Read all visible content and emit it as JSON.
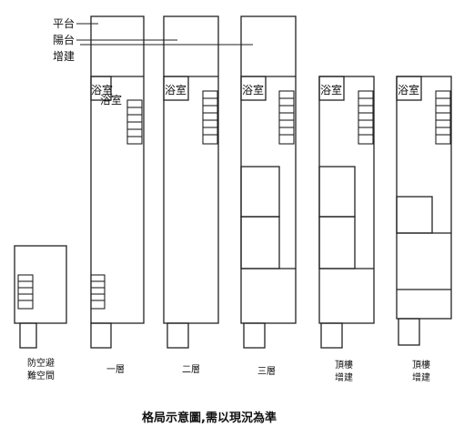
{
  "legend": {
    "platform": "平台",
    "balcony": "陽台",
    "extension": "增建"
  },
  "room_labels": {
    "bath": "浴室"
  },
  "floors": [
    {
      "line1": "防空避",
      "line2": "難空間"
    },
    {
      "line1": "一層",
      "line2": ""
    },
    {
      "line1": "二層",
      "line2": ""
    },
    {
      "line1": "三層",
      "line2": ""
    },
    {
      "line1": "頂樓",
      "line2": "增建"
    },
    {
      "line1": "頂樓",
      "line2": "增建"
    }
  ],
  "note": "格局示意圖,需以現況為準"
}
